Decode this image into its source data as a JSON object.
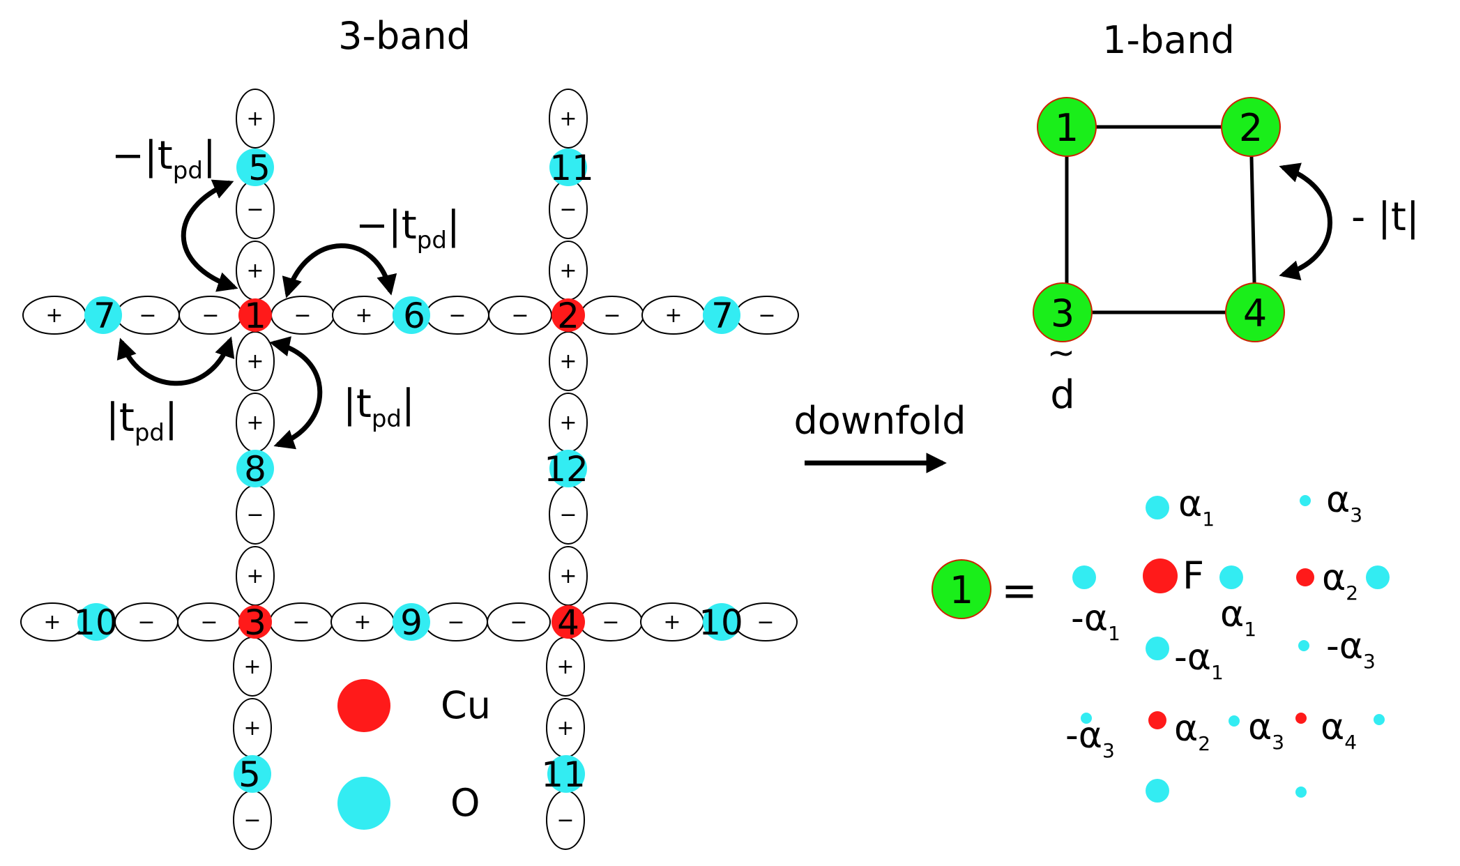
{
  "three_band": {
    "title": "3-band",
    "sign_plus": "+",
    "sign_minus": "−",
    "hopping": {
      "t_neg_prefix": "−|t",
      "t_pos_prefix": "|t",
      "t_sub": "pd",
      "t_suffix": "|"
    },
    "cu_sites": [
      {
        "id": "cu-1",
        "label": "1"
      },
      {
        "id": "cu-2",
        "label": "2"
      },
      {
        "id": "cu-3",
        "label": "3"
      },
      {
        "id": "cu-4",
        "label": "4"
      }
    ],
    "o_sites": [
      {
        "id": "o-5-top",
        "label": "5"
      },
      {
        "id": "o-11-top",
        "label": "11"
      },
      {
        "id": "o-7-left",
        "label": "7"
      },
      {
        "id": "o-6",
        "label": "6"
      },
      {
        "id": "o-7-right",
        "label": "7"
      },
      {
        "id": "o-8",
        "label": "8"
      },
      {
        "id": "o-12",
        "label": "12"
      },
      {
        "id": "o-10-left",
        "label": "10"
      },
      {
        "id": "o-9",
        "label": "9"
      },
      {
        "id": "o-10-right",
        "label": "10"
      },
      {
        "id": "o-5-bottom",
        "label": "5"
      },
      {
        "id": "o-11-bottom",
        "label": "11"
      }
    ],
    "legend": [
      {
        "label": "Cu",
        "color": "#ff1a1a"
      },
      {
        "label": "O",
        "color": "#33ecf2"
      }
    ]
  },
  "downfold_label": "downfold",
  "one_band": {
    "title": "1-band",
    "sites": [
      "1",
      "2",
      "3",
      "4"
    ],
    "hop_prefix": "- |t|",
    "orbital_label": "d",
    "orbital_accent": "~"
  },
  "expansion": {
    "site_label": "1",
    "equals": "=",
    "f_label": "F",
    "alpha": "α",
    "coefficients": [
      {
        "sign": "",
        "index": "1"
      },
      {
        "sign": "",
        "index": "3"
      },
      {
        "sign": "-",
        "index": "1"
      },
      {
        "sign": "",
        "index": "1"
      },
      {
        "sign": "",
        "index": "2"
      },
      {
        "sign": "-",
        "index": "1"
      },
      {
        "sign": "-",
        "index": "3"
      },
      {
        "sign": "-",
        "index": "3"
      },
      {
        "sign": "",
        "index": "2"
      },
      {
        "sign": "",
        "index": "3"
      },
      {
        "sign": "",
        "index": "4"
      }
    ]
  },
  "colors": {
    "cu": "#ff1a1a",
    "o": "#33ecf2",
    "green_site": "#1aee1a"
  }
}
